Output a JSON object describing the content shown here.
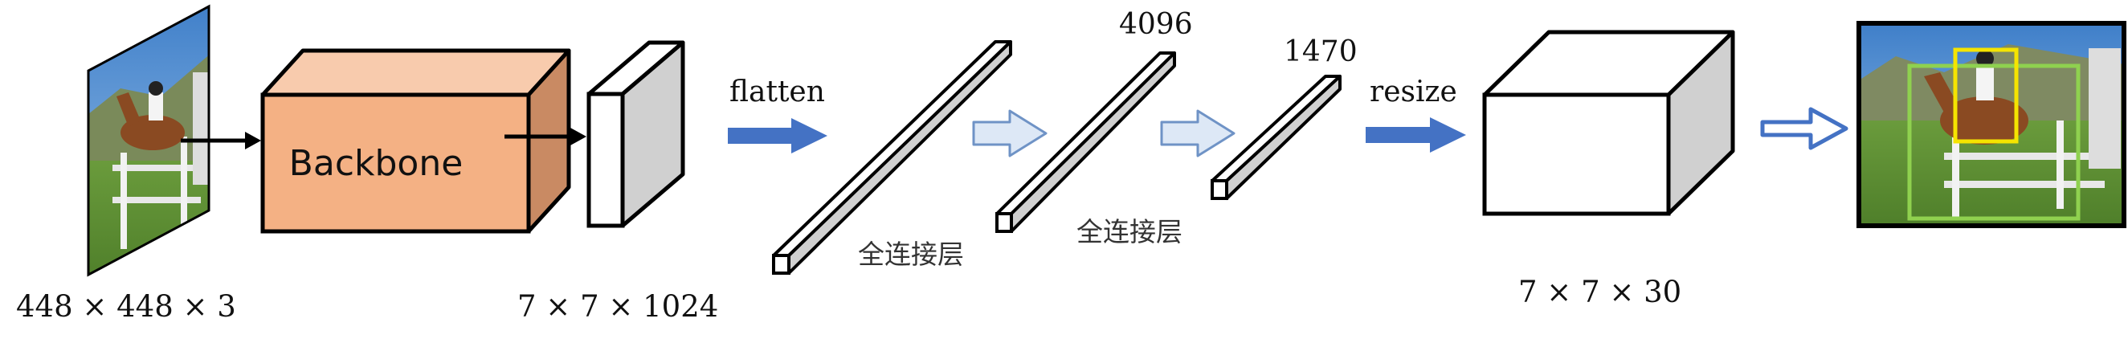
{
  "labels": {
    "input_dims": "448 × 448 × 3",
    "backbone": "Backbone",
    "feature_dims": "7 × 7 × 1024",
    "flatten": "flatten",
    "fc_size_1": "4096",
    "fc_size_2": "1470",
    "fc_layer_1": "全连接层",
    "fc_layer_2": "全连接层",
    "resize": "resize",
    "output_dims": "7 × 7 × 30"
  },
  "colors": {
    "backbone_front": "#f4b184",
    "backbone_top": "#f8cbad",
    "backbone_side": "#c98a63",
    "solid_arrow": "#4472c4",
    "light_arrow_fill": "#dde8f6",
    "light_arrow_stroke": "#6f93c6",
    "detection_box_yellow": "#f5e400",
    "detection_box_green": "#8fd14f"
  }
}
